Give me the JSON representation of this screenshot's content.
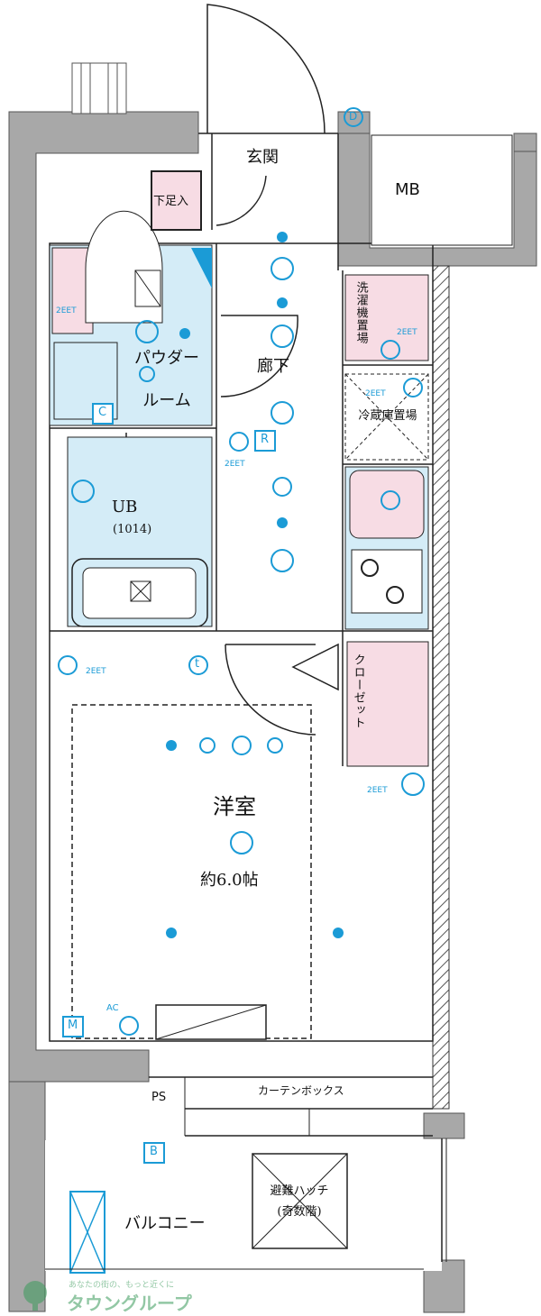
{
  "rooms": {
    "entrance": "玄関",
    "shoe_box": "下足入",
    "meter_box": "MB",
    "washer_space": "洗濯機置場",
    "powder_room": "パウダールーム",
    "powder_room_line1": "パウダー",
    "powder_room_line2": "ルーム",
    "hallway": "廊下",
    "fridge_space": "冷蔵庫置場",
    "unit_bath": "UB",
    "unit_bath_size": "(1014)",
    "closet": "クローゼット",
    "western_room": "洋室",
    "western_room_size": "約6.0帖",
    "pipe_space": "PS",
    "curtain_box": "カーテンボックス",
    "balcony": "バルコニー",
    "escape_hatch_line1": "避難ハッチ",
    "escape_hatch_line2": "(奇数階)"
  },
  "symbols": {
    "door_bell": "D",
    "closet_c": "C",
    "return_r": "R",
    "thermostat_t": "t",
    "multimedia_m": "M",
    "aircon_ac": "AC",
    "breaker_b": "B",
    "outlet_2eet": "2EET"
  },
  "watermark": {
    "company": "タウングループ",
    "tagline": "あなたの街の、もっと近くに"
  },
  "colors": {
    "wall_gray": "#a8a8a8",
    "wet_area_blue": "#d4ecf7",
    "storage_pink": "#f7dce4",
    "symbol_blue": "#1b9bd6",
    "line": "#222222",
    "watermark_green": "#3a9a5a"
  }
}
